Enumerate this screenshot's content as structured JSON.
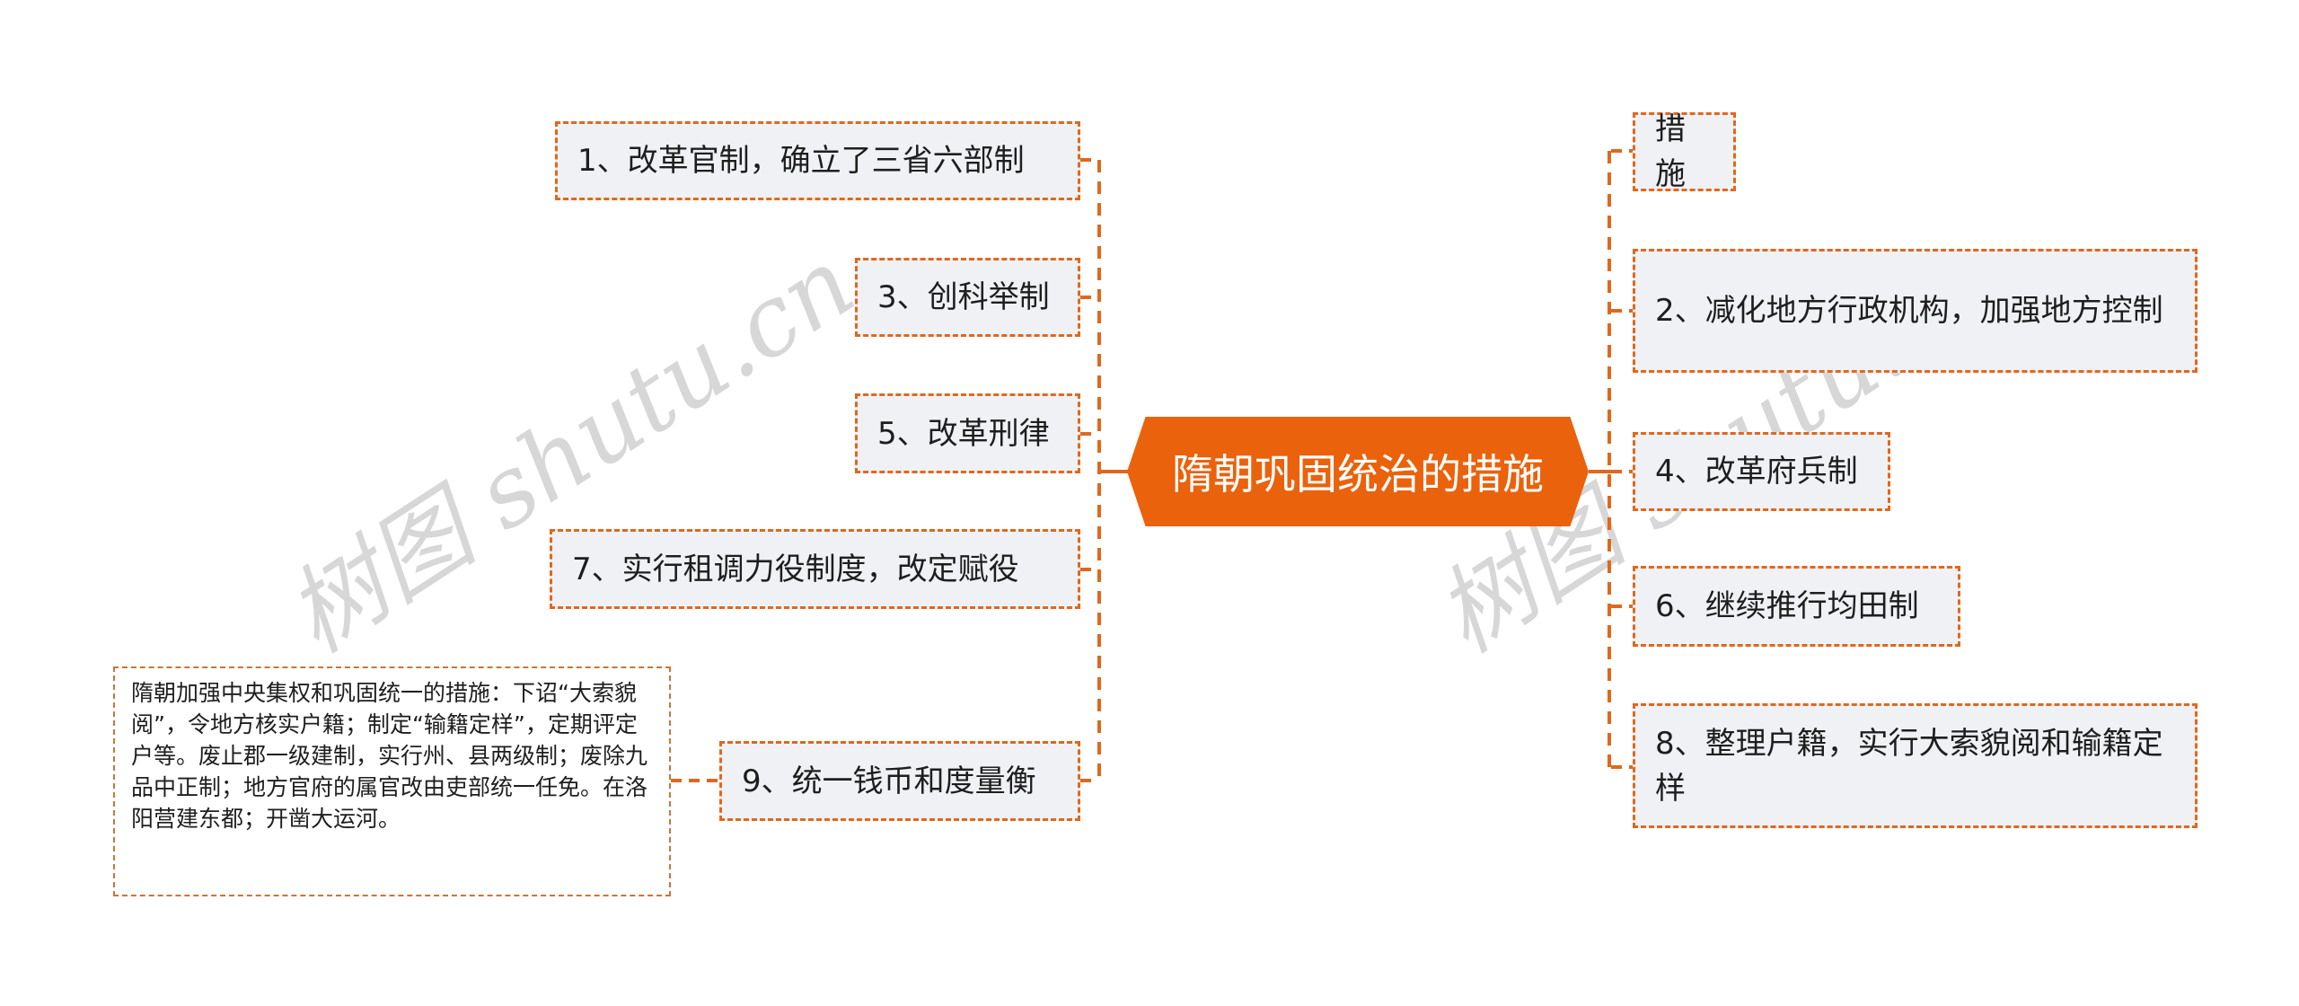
{
  "central_topic": "隋朝巩固统治的措施",
  "left_branches": [
    {
      "label": "1、改革官制，确立了三省六部制"
    },
    {
      "label": "3、创科举制"
    },
    {
      "label": "5、改革刑律"
    },
    {
      "label": "7、实行租调力役制度，改定赋役"
    },
    {
      "label": "9、统一钱币和度量衡",
      "detail": "隋朝加强中央集权和巩固统一的措施：下诏“大索貌阅”，令地方核实户籍；制定“输籍定样”，定期评定户等。废止郡一级建制，实行州、县两级制；废除九品中正制；地方官府的属官改由吏部统一任免。在洛阳营建东都；开凿大运河。"
    }
  ],
  "right_branches": [
    {
      "label": "措施"
    },
    {
      "label": "2、减化地方行政机构，加强地方控制"
    },
    {
      "label": "4、改革府兵制"
    },
    {
      "label": "6、继续推行均田制"
    },
    {
      "label": "8、整理户籍，实行大索貌阅和输籍定样"
    }
  ],
  "watermark": "树图 shutu.cn",
  "colors": {
    "accent": "#ea620c",
    "border": "#e0681c",
    "node_bg": "#eff1f4",
    "text": "#1e1e1e"
  }
}
